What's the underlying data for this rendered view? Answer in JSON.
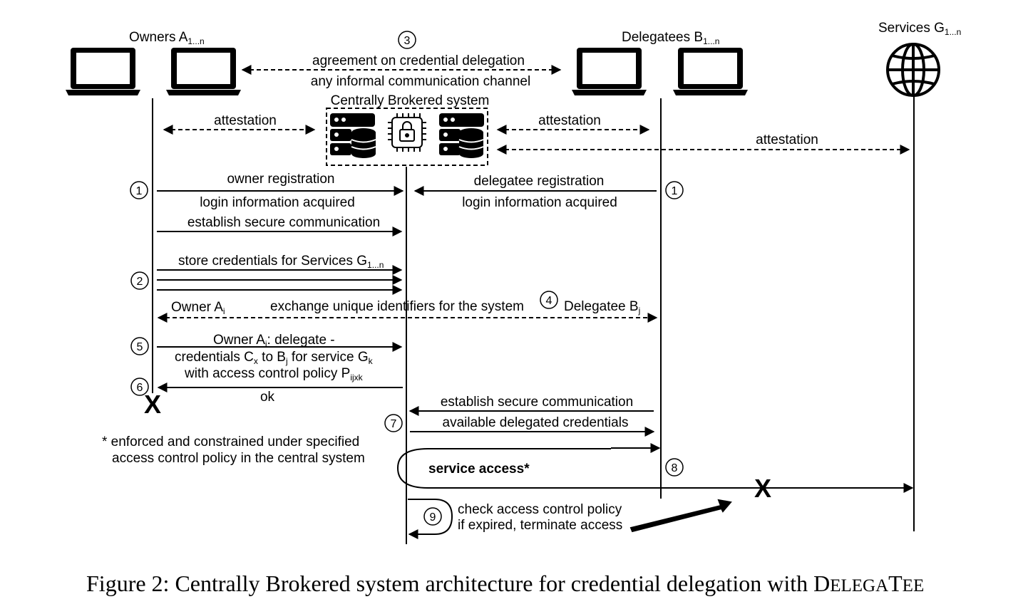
{
  "actors": {
    "owners": "Owners A",
    "owners_sub": "1...n",
    "delegatees": "Delegatees B",
    "delegatees_sub": "1...n",
    "services": "Services G",
    "services_sub": "1...n",
    "system": "Centrally Brokered system"
  },
  "steps": [
    "1",
    "1",
    "2",
    "3",
    "4",
    "5",
    "6",
    "7",
    "8",
    "9"
  ],
  "messages": {
    "agreement": "agreement on credential delegation",
    "informal_channel": "any informal communication channel",
    "attestation_owner": "attestation",
    "attestation_delegatee": "attestation",
    "attestation_service": "attestation",
    "owner_registration": "owner registration",
    "owner_login": "login information acquired",
    "delegatee_registration": "delegatee registration",
    "delegatee_login": "login information acquired",
    "owner_secure_comm": "establish secure communication",
    "store_credentials": "store credentials for Services G",
    "store_credentials_sub": "1...n",
    "owner_ai": "Owner A",
    "owner_ai_sub": "i",
    "exchange_ids": "exchange unique identifiers for the system",
    "delegatee_bj": "Delegatee B",
    "delegatee_bj_sub": "j",
    "delegate_l1_a": "Owner A",
    "delegate_l1_sub": "i",
    "delegate_l1_b": ": delegate -",
    "delegate_l2_a": "credentials C",
    "delegate_l2_sub1": "x",
    "delegate_l2_b": " to B",
    "delegate_l2_sub2": "j",
    "delegate_l2_c": " for service G",
    "delegate_l2_sub3": "k",
    "delegate_l3_a": "with access control policy P",
    "delegate_l3_sub": "ijxk",
    "ok": "ok",
    "delegatee_secure_comm": "establish secure communication",
    "available_credentials": "available delegated credentials",
    "service_access": "service access*",
    "check_policy": "check access control policy",
    "terminate": "if expired, terminate access",
    "terminate_mark": "X",
    "owner_end_mark": "X"
  },
  "footnote": {
    "line1": "* enforced and constrained under specified",
    "line2": "access control policy in the central system"
  },
  "caption": {
    "main": "Figure 2: Centrally Brokered system architecture for credential delegation with D",
    "small_caps": "ELEGA",
    "tail_t": "T",
    "tail_ee": "EE"
  },
  "icons": [
    "laptop-icon",
    "globe-icon",
    "server-icon",
    "secure-chip-icon"
  ]
}
